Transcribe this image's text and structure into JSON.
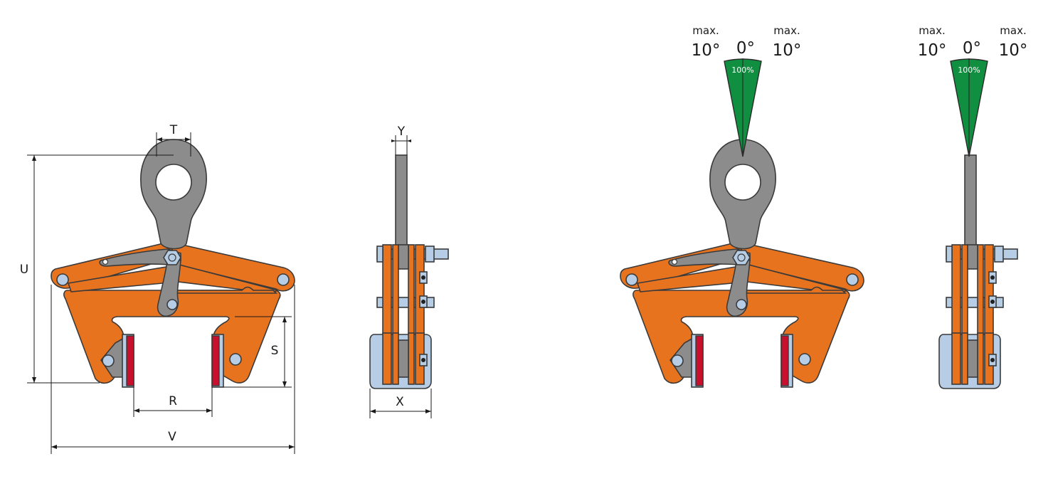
{
  "dimensions": {
    "T": "T",
    "U": "U",
    "S": "S",
    "R": "R",
    "V": "V",
    "Y": "Y",
    "X": "X"
  },
  "angle_indicators": [
    {
      "left_label": "max.",
      "left_value": "10°",
      "center_value": "0°",
      "right_label": "max.",
      "right_value": "10°",
      "percent": "100%"
    },
    {
      "left_label": "max.",
      "left_value": "10°",
      "center_value": "0°",
      "right_label": "max.",
      "right_value": "10°",
      "percent": "100%"
    }
  ],
  "colors": {
    "body": "#e8731f",
    "steel": "#8c8c8c",
    "pad": "#c8102e",
    "plate": "#b7cde6",
    "sector": "#0f8f3f"
  }
}
